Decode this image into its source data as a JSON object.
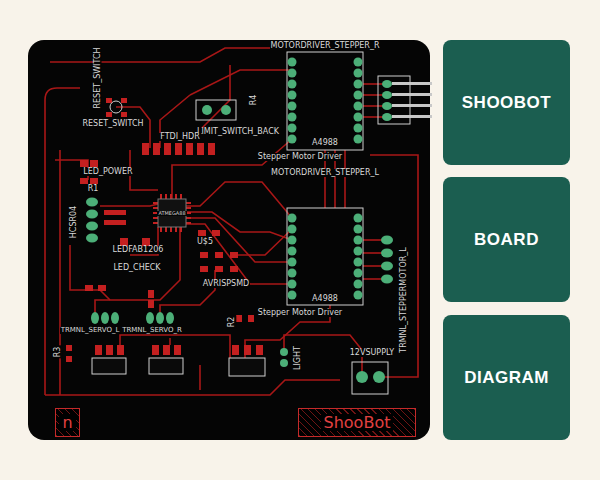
{
  "diagram": {
    "nodes": [
      {
        "text": [
          "SHOOBOT"
        ]
      },
      {
        "text": [
          "BOARD"
        ]
      },
      {
        "text": [
          "DIAGRAM"
        ]
      },
      {
        "text": [
          "ShooBot"
        ]
      },
      {
        "text": [
          "n"
        ]
      }
    ],
    "labels": [
      "MOTORDRIVER_STEPPER_R",
      "RESET_SWITCH",
      "RESET_SWITCH",
      "R4",
      "LIMIT_SWITCH_BACK",
      "FTDI_HDR",
      "A4988",
      "Stepper Motor Driver",
      "MOTORDRIVER_STEPPER_L",
      "LED_POWER",
      "R1",
      "ATMEGA88",
      "HCSR04",
      "LEDFAB1206",
      "LED_CHECK",
      "U$5",
      "AVRISPSMD",
      "A4988",
      "Stepper Motor Driver",
      "TRMNL_STEPPERMOTOR_L",
      "R3",
      "TRMNL_SERVO_L",
      "TRMNL_SERVO_R",
      "R2",
      "LIGHT",
      "12VSUPPLY"
    ]
  }
}
